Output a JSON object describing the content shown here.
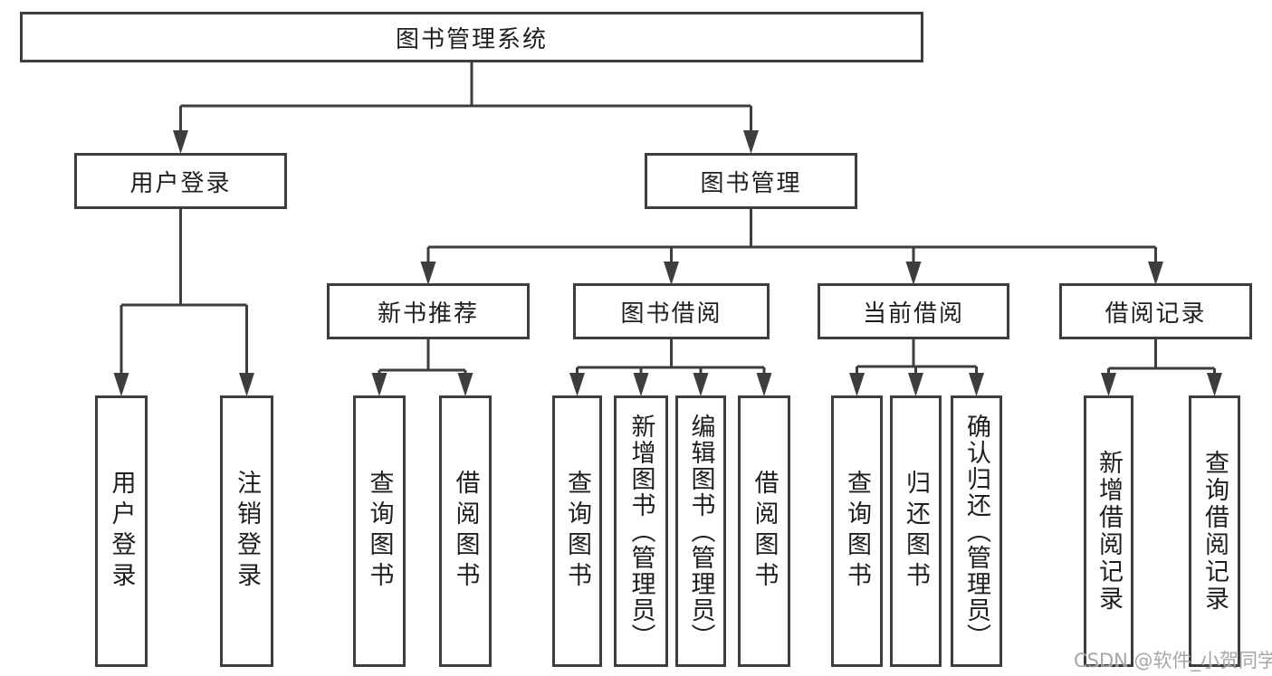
{
  "nodes": {
    "root": "图书管理系统",
    "user_login": "用户登录",
    "book_management": "图书管理",
    "new_book_recommend": "新书推荐",
    "book_borrow": "图书借阅",
    "current_borrow": "当前借阅",
    "borrow_records": "借阅记录"
  },
  "leaves": [
    {
      "label": "用户登录"
    },
    {
      "label": "注销登录"
    },
    {
      "label": "查询图书"
    },
    {
      "label": "借阅图书"
    },
    {
      "label": "查询图书"
    },
    {
      "label": "新增图书（管理员）"
    },
    {
      "label": "编辑图书（管理员）"
    },
    {
      "label": "借阅图书"
    },
    {
      "label": "查询图书"
    },
    {
      "label": "归还图书"
    },
    {
      "label": "确认归还（管理员）"
    },
    {
      "label": "新增借阅记录"
    },
    {
      "label": "查询借阅记录"
    }
  ],
  "watermark": "CSDN @软件_小贺同学",
  "colors": {
    "line": "#3d3d3d",
    "box_border": "#3d3d3d",
    "text": "#1e1e1e",
    "watermark": "#9d9d9d",
    "background": "#ffffff"
  }
}
